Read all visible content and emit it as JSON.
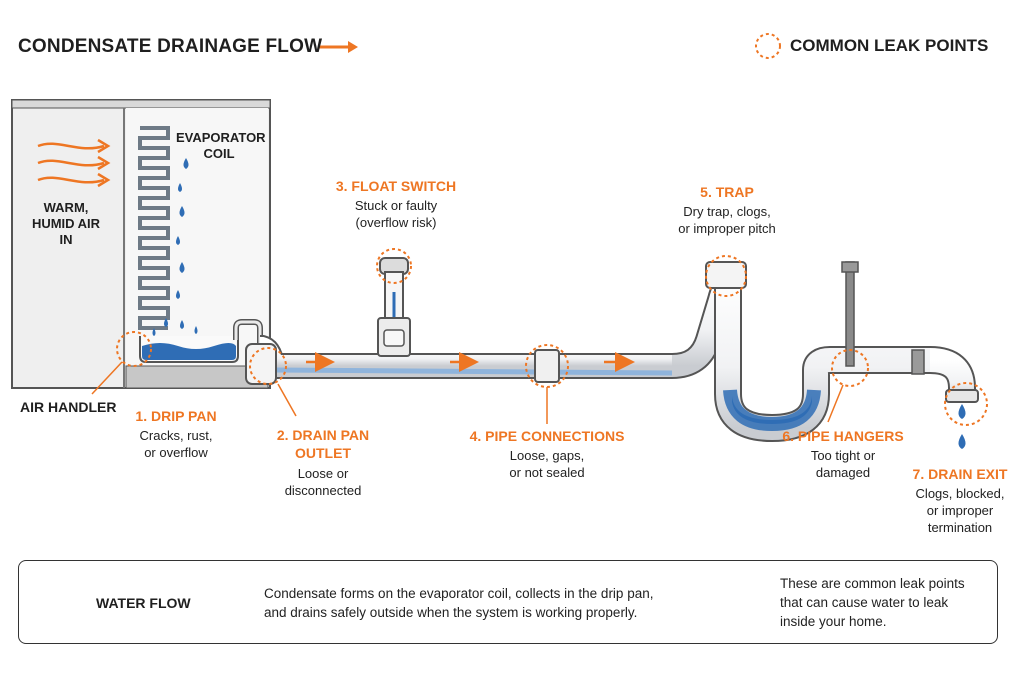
{
  "header": {
    "title": "CONDENSATE DRAINAGE FLOW",
    "leak_key_label": "COMMON LEAK POINTS"
  },
  "air_handler": {
    "label": "AIR HANDLER",
    "air_in_label": "WARM,\nHUMID AIR\nIN",
    "coil_label": "EVAPORATOR\nCOIL"
  },
  "leak_points": [
    {
      "title": "1. DRIP PAN",
      "desc": "Cracks, rust,\nor overflow"
    },
    {
      "title": "2. DRAIN PAN\nOUTLET",
      "desc": "Loose or\ndisconnected"
    },
    {
      "title": "3. FLOAT SWITCH",
      "desc": "Stuck or faulty\n(overflow risk)"
    },
    {
      "title": "4. PIPE CONNECTIONS",
      "desc": "Loose, gaps,\nor not sealed"
    },
    {
      "title": "5. TRAP",
      "desc": "Dry trap, clogs,\nor improper pitch"
    },
    {
      "title": "6. PIPE HANGERS",
      "desc": "Too tight or\ndamaged"
    },
    {
      "title": "7. DRAIN EXIT",
      "desc": "Clogs, blocked,\nor improper\ntermination"
    }
  ],
  "legend": {
    "water_flow_label": "WATER FLOW",
    "water_flow_desc": "Condensate forms on the evaporator coil, collects in the drip pan,\nand drains safely outside when the system is working properly.",
    "leak_desc": "These are common leak points\nthat can cause water to leak\ninside your home."
  },
  "colors": {
    "accent_orange": "#ee7623",
    "water_blue": "#2f6db5",
    "pipe_gray": "#555555"
  }
}
